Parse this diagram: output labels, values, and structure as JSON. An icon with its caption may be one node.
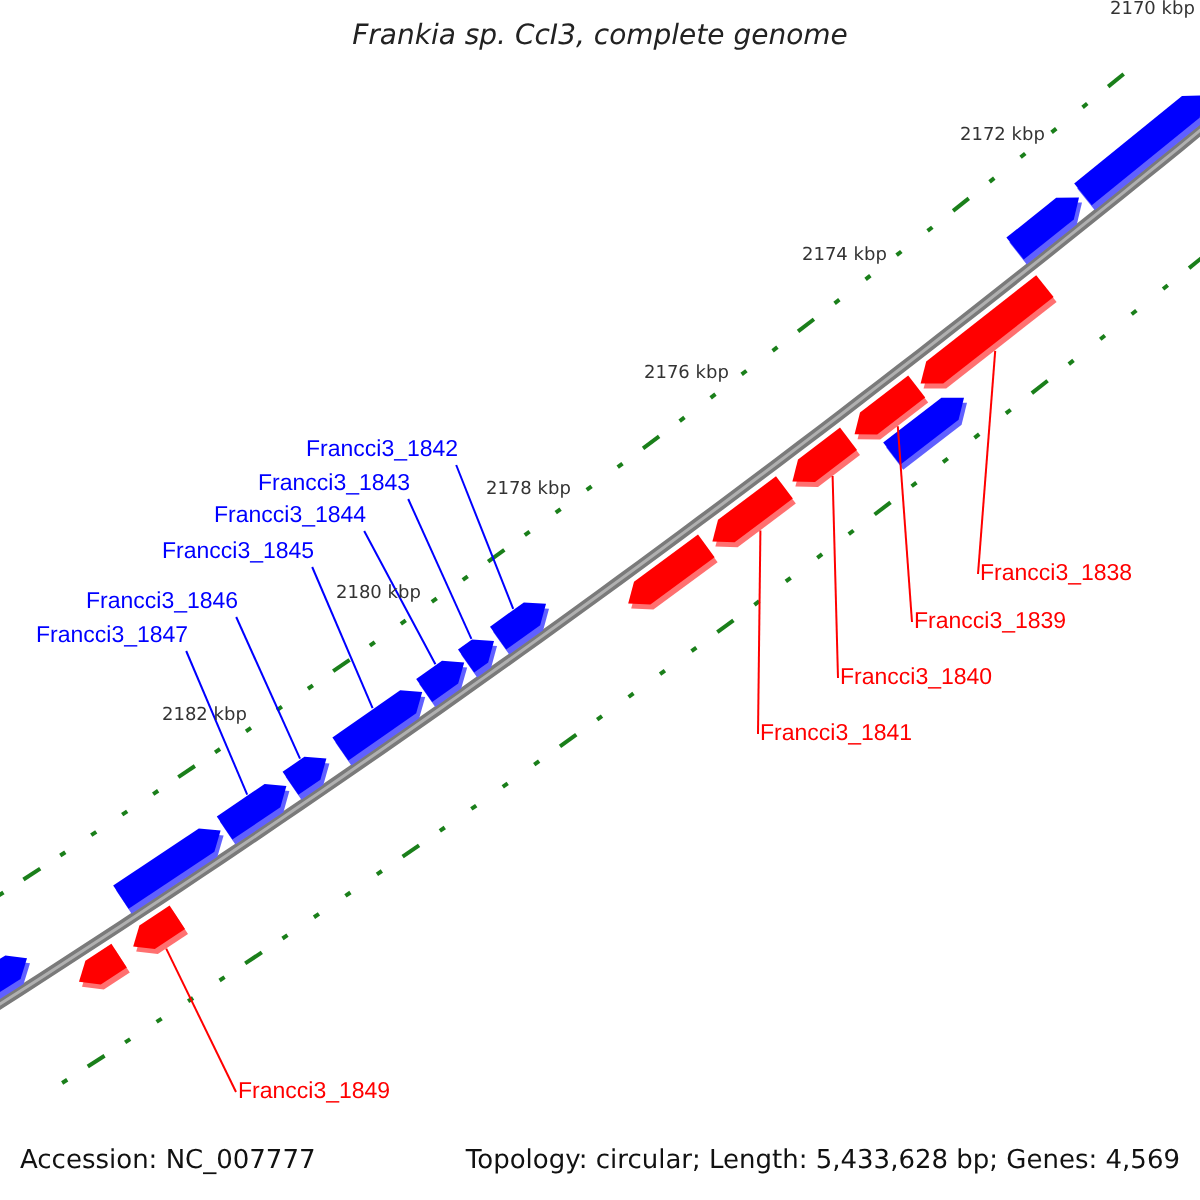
{
  "diagram": {
    "title": "Frankia sp. CcI3, complete genome",
    "nodes": [
      {
        "text": [
          "Francci3_1842"
        ]
      },
      {
        "text": [
          "Francci3_1843"
        ]
      },
      {
        "text": [
          "Francci3_1844"
        ]
      },
      {
        "text": [
          "Francci3_1845"
        ]
      },
      {
        "text": [
          "Francci3_1846"
        ]
      },
      {
        "text": [
          "Francci3_1847"
        ]
      },
      {
        "text": [
          "Francci3_1838"
        ]
      },
      {
        "text": [
          "Francci3_1839"
        ]
      },
      {
        "text": [
          "Francci3_1840"
        ]
      },
      {
        "text": [
          "Francci3_1841"
        ]
      },
      {
        "text": [
          "Francci3_1849"
        ]
      },
      {
        "text": [],
        "shape": "bar"
      },
      {
        "text": [],
        "shape": "bar"
      },
      {
        "text": [],
        "shape": "bar"
      },
      {
        "text": [],
        "shape": "bar"
      },
      {
        "text": [],
        "shape": "bar"
      },
      {
        "text": [],
        "shape": "bar"
      },
      {
        "text": [],
        "shape": "bar"
      },
      {
        "text": [],
        "shape": "bar"
      },
      {
        "text": [],
        "shape": "bar"
      },
      {
        "text": [],
        "shape": "bar"
      },
      {
        "text": [],
        "shape": "bar"
      },
      {
        "text": [],
        "shape": "bar"
      },
      {
        "text": [],
        "shape": "bar"
      },
      {
        "text": [],
        "shape": "bar"
      },
      {
        "text": [],
        "shape": "bar"
      },
      {
        "text": [],
        "shape": "bar"
      },
      {
        "text": [],
        "shape": "bar"
      },
      {
        "text": [],
        "shape": "bar"
      }
    ],
    "edges": [
      {
        "from": 0,
        "to": 20,
        "arrow": "none"
      },
      {
        "from": 1,
        "to": 19,
        "arrow": "none"
      },
      {
        "from": 2,
        "to": 18,
        "arrow": "none"
      },
      {
        "from": 3,
        "to": 17,
        "arrow": "none"
      },
      {
        "from": 4,
        "to": 16,
        "arrow": "none"
      },
      {
        "from": 5,
        "to": 15,
        "arrow": "none"
      },
      {
        "from": 6,
        "to": 26,
        "arrow": "none",
        "color": "#ff0000"
      },
      {
        "from": 7,
        "to": 24,
        "arrow": "none",
        "color": "#ff0000"
      },
      {
        "from": 8,
        "to": 23,
        "arrow": "none",
        "color": "#ff0000"
      },
      {
        "from": 9,
        "to": 22,
        "arrow": "none",
        "color": "#ff0000"
      },
      {
        "from": 10,
        "to": 13,
        "arrow": "none",
        "color": "#ff0000"
      }
    ],
    "labels": [
      "2170 kbp",
      "2172 kbp",
      "2174 kbp",
      "2176 kbp",
      "2178 kbp",
      "2180 kbp",
      "2182 kbp",
      "Accession: NC_007777",
      "Topology: circular; Length: 5,433,628 bp; Genes: 4,569"
    ]
  }
}
